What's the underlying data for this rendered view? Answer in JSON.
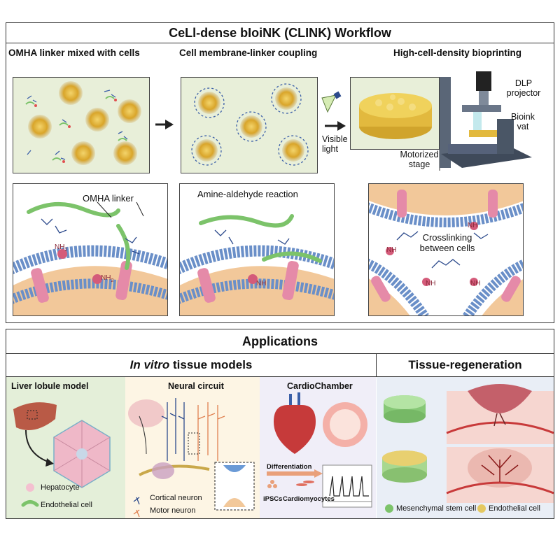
{
  "workflow": {
    "title": "CeLl-dense bIoiNK (CLINK) Workflow",
    "step1_title": "OMHA linker mixed with cells",
    "step2_title": "Cell membrane-linker coupling",
    "step3_title": "High-cell-density bioprinting",
    "visible_light": "Visible light",
    "dlp_projector": "DLP projector",
    "bioink_vat": "Bioink vat",
    "motorized_stage": "Motorized stage",
    "omha_linker": "OMHA linker",
    "nh2": "NH",
    "nh2_sub": "2",
    "amine_aldehyde": "Amine-aldehyde reaction",
    "nh": "NH",
    "crosslinking": "Crosslinking between cells"
  },
  "applications": {
    "title": "Applications",
    "invitro_italic": "In vitro",
    "invitro_rest": " tissue models",
    "regen_title": "Tissue-regeneration",
    "liver_title": "Liver lobule model",
    "hepatocyte": "Hepatocyte",
    "endothelial": "Endothelial cell",
    "neural_title": "Neural circuit",
    "cortical": "Cortical neuron",
    "motor": "Motor neuron",
    "cardio_title": "CardioChamber",
    "differentiation": "Differentiation",
    "ipscs": "iPSCs",
    "cardiomyocytes": "Cardiomyocytes",
    "msc": "Mesenchymal stem cell",
    "endo_cell": "Endothelial cell"
  },
  "colors": {
    "cell_core": "#d9a52a",
    "panel_bg": "#e8efd9",
    "membrane": "#6a8fc8",
    "linker": "#7cc36a"
  }
}
